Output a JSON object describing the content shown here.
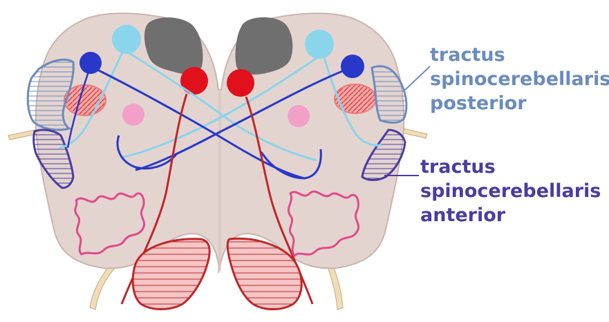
{
  "labels": {
    "posterior": {
      "lines": [
        "tractus",
        "spinocerebellaris",
        "posterior"
      ],
      "color": "#6a8cbd"
    },
    "anterior": {
      "lines": [
        "tractus",
        "spinocerebellaris",
        "anterior"
      ],
      "color": "#4a3ca0"
    }
  },
  "colors": {
    "section_fill": "#e4d4d0",
    "section_edge": "#c9b4ae",
    "grey_nucleus": "#6f6f6f",
    "red_nucleus": "#e0101c",
    "red_tract": "#c0262a",
    "dark_blue": "#2838c8",
    "light_blue": "#8ad4ec",
    "pink": "#f2a0c8",
    "salmon": "#ef7a7a",
    "magenta_wave": "#e04a8a",
    "posterior_tract": "#6a8cbd",
    "anterior_tract": "#4a3ca0",
    "nerve_root": "#f0dcb8"
  }
}
